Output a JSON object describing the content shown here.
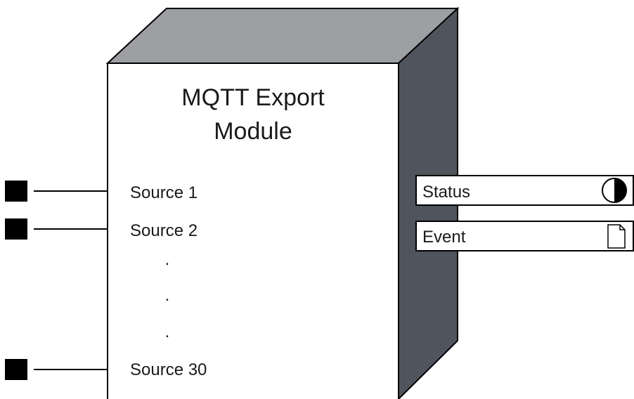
{
  "module": {
    "title_line1": "MQTT Export",
    "title_line2": "Module",
    "colors": {
      "top_face": "#9d9fa3",
      "side_face": "#4f555c",
      "front_face": "#ffffff",
      "outline": "#000000"
    }
  },
  "inputs": [
    {
      "label": "Source 1"
    },
    {
      "label": "Source 2"
    },
    {
      "label": "Source 30"
    }
  ],
  "ellipsis": [
    ".",
    ".",
    "."
  ],
  "outputs": [
    {
      "label": "Status",
      "icon": "half-circle-icon"
    },
    {
      "label": "Event",
      "icon": "document-icon"
    }
  ]
}
